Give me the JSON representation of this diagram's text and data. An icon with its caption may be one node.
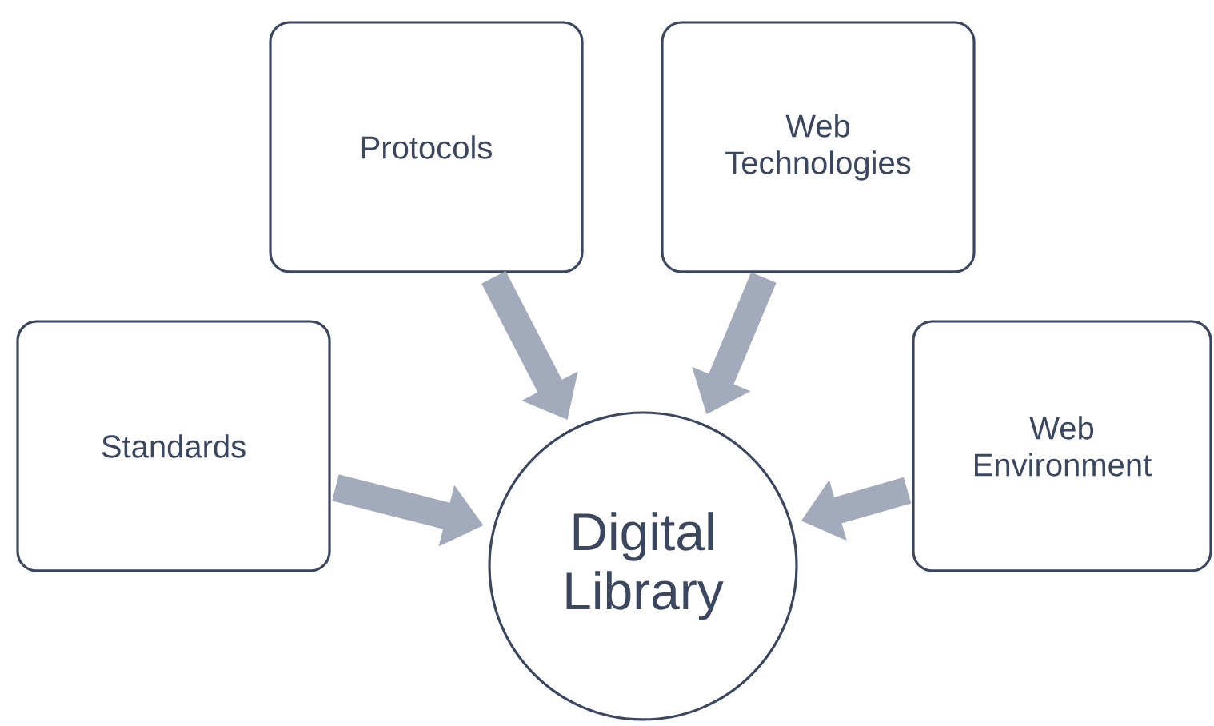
{
  "diagram": {
    "nodes": [
      {
        "text": [
          "Protocols"
        ]
      },
      {
        "text": [
          "Web Technologies"
        ]
      },
      {
        "text": [
          "Standards"
        ]
      },
      {
        "text": [
          "Web Environment"
        ]
      },
      {
        "text": [
          "Digital Library"
        ]
      }
    ],
    "edges": [
      {
        "from": 2,
        "to": 4,
        "arrow": "to"
      },
      {
        "from": 0,
        "to": 4,
        "arrow": "to"
      },
      {
        "from": 1,
        "to": 4,
        "arrow": "to"
      },
      {
        "from": 3,
        "to": 4,
        "arrow": "to"
      }
    ]
  }
}
